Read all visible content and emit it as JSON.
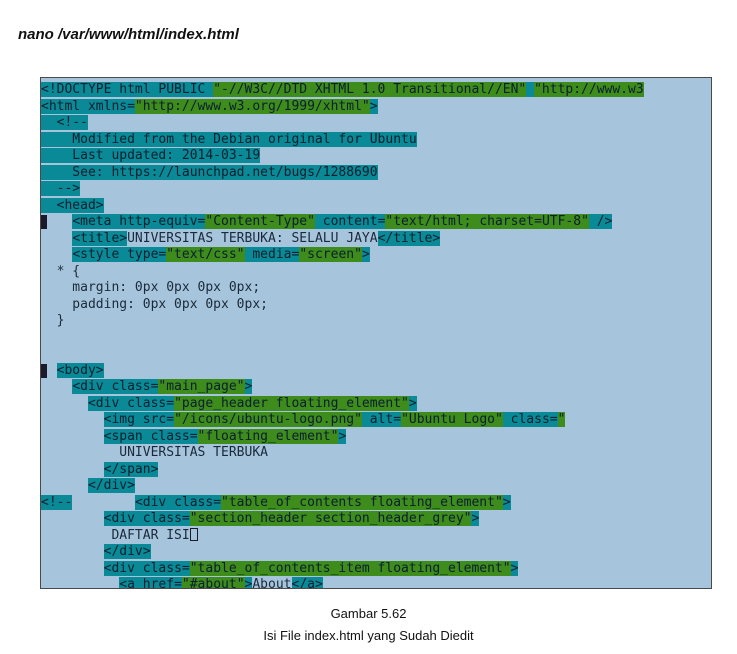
{
  "header": {
    "command": "nano /var/www/html/index.html"
  },
  "colors": {
    "teal": "#0a8a96",
    "green": "#3d8c1c",
    "screen_bg": "#a6c4dc"
  },
  "editor": {
    "lines": [
      {
        "segs": [
          [
            "t",
            "<!DOCTYPE html PUBLIC "
          ],
          [
            "g",
            "\"-//W3C//DTD XHTML 1.0 Transitional//EN\""
          ],
          [
            "t",
            " "
          ],
          [
            "g",
            "\"http://www.w3"
          ]
        ]
      },
      {
        "segs": [
          [
            "t",
            "<html xmlns="
          ],
          [
            "g",
            "\"http://www.w3.org/1999/xhtml\""
          ],
          [
            "t",
            ">"
          ]
        ]
      },
      {
        "segs": [
          [
            "t",
            "  <!--"
          ]
        ]
      },
      {
        "segs": [
          [
            "t",
            "    Modified from the Debian original for Ubuntu"
          ]
        ]
      },
      {
        "segs": [
          [
            "t",
            "    Last updated: 2014-03-19"
          ]
        ]
      },
      {
        "segs": [
          [
            "t",
            "    See: https://launchpad.net/bugs/1288690"
          ]
        ]
      },
      {
        "segs": [
          [
            "t",
            "  -->"
          ]
        ]
      },
      {
        "segs": [
          [
            "t",
            "  <head>"
          ]
        ]
      },
      {
        "cursor": true,
        "segs": [
          [
            "p",
            "    "
          ],
          [
            "t",
            "<meta http-equiv="
          ],
          [
            "g",
            "\"Content-Type\""
          ],
          [
            "t",
            " content="
          ],
          [
            "g",
            "\"text/html; charset=UTF-8\""
          ],
          [
            "t",
            " />"
          ]
        ]
      },
      {
        "segs": [
          [
            "p",
            "    "
          ],
          [
            "t",
            "<title>"
          ],
          [
            "p",
            "UNIVERSITAS TERBUKA: SELALU JAYA"
          ],
          [
            "t",
            "</title>"
          ]
        ]
      },
      {
        "segs": [
          [
            "p",
            "    "
          ],
          [
            "t",
            "<style type="
          ],
          [
            "g",
            "\"text/css\""
          ],
          [
            "t",
            " media="
          ],
          [
            "g",
            "\"screen\""
          ],
          [
            "t",
            ">"
          ]
        ]
      },
      {
        "segs": [
          [
            "p",
            "  * {"
          ]
        ]
      },
      {
        "segs": [
          [
            "p",
            "    margin: 0px 0px 0px 0px;"
          ]
        ]
      },
      {
        "segs": [
          [
            "p",
            "    padding: 0px 0px 0px 0px;"
          ]
        ]
      },
      {
        "segs": [
          [
            "p",
            "  }"
          ]
        ]
      },
      {
        "segs": [
          [
            "p",
            ""
          ]
        ]
      },
      {
        "segs": [
          [
            "p",
            ""
          ]
        ]
      },
      {
        "cursor": true,
        "segs": [
          [
            "p",
            "  "
          ],
          [
            "t",
            "<body>"
          ]
        ]
      },
      {
        "segs": [
          [
            "p",
            "    "
          ],
          [
            "t",
            "<div class="
          ],
          [
            "g",
            "\"main_page\""
          ],
          [
            "t",
            ">"
          ]
        ]
      },
      {
        "segs": [
          [
            "p",
            "      "
          ],
          [
            "t",
            "<div class="
          ],
          [
            "g",
            "\"page_header floating_element\""
          ],
          [
            "t",
            ">"
          ]
        ]
      },
      {
        "segs": [
          [
            "p",
            "        "
          ],
          [
            "t",
            "<img src="
          ],
          [
            "g",
            "\"/icons/ubuntu-logo.png\""
          ],
          [
            "t",
            " alt="
          ],
          [
            "g",
            "\"Ubuntu Logo\""
          ],
          [
            "t",
            " class="
          ],
          [
            "g",
            "\""
          ]
        ]
      },
      {
        "segs": [
          [
            "p",
            "        "
          ],
          [
            "t",
            "<span class="
          ],
          [
            "g",
            "\"floating_element\""
          ],
          [
            "t",
            ">"
          ]
        ]
      },
      {
        "segs": [
          [
            "p",
            "          UNIVERSITAS TERBUKA"
          ]
        ]
      },
      {
        "segs": [
          [
            "p",
            "        "
          ],
          [
            "t",
            "</span>"
          ]
        ]
      },
      {
        "segs": [
          [
            "p",
            "      "
          ],
          [
            "t",
            "</div>"
          ]
        ]
      },
      {
        "segs": [
          [
            "t",
            "<!--"
          ],
          [
            "p",
            "        "
          ],
          [
            "t",
            "<div class="
          ],
          [
            "g",
            "\"table_of_contents floating_element\""
          ],
          [
            "t",
            ">"
          ]
        ]
      },
      {
        "segs": [
          [
            "p",
            "        "
          ],
          [
            "t",
            "<div class="
          ],
          [
            "g",
            "\"section_header section_header_grey\""
          ],
          [
            "t",
            ">"
          ]
        ]
      },
      {
        "caret": true,
        "segs": [
          [
            "p",
            "         DAFTAR ISI"
          ]
        ]
      },
      {
        "segs": [
          [
            "p",
            "        "
          ],
          [
            "t",
            "</div>"
          ]
        ]
      },
      {
        "segs": [
          [
            "p",
            "        "
          ],
          [
            "t",
            "<div class="
          ],
          [
            "g",
            "\"table_of_contents_item floating_element\""
          ],
          [
            "t",
            ">"
          ]
        ]
      },
      {
        "segs": [
          [
            "p",
            "          "
          ],
          [
            "t",
            "<a href="
          ],
          [
            "g",
            "\"#about\""
          ],
          [
            "t",
            ">"
          ],
          [
            "p",
            "About"
          ],
          [
            "t",
            "</a>"
          ]
        ]
      }
    ]
  },
  "caption": {
    "figure": "Gambar 5.62",
    "text": "Isi File index.html yang Sudah Diedit"
  }
}
